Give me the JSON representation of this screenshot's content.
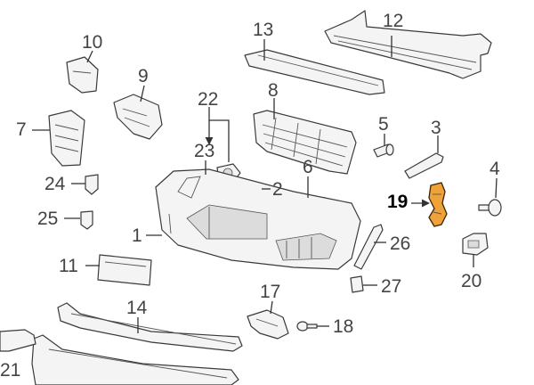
{
  "callouts": [
    "1",
    "2",
    "3",
    "4",
    "5",
    "6",
    "7",
    "8",
    "9",
    "10",
    "11",
    "12",
    "13",
    "14",
    "17",
    "18",
    "19",
    "20",
    "21",
    "22",
    "23",
    "24",
    "25",
    "26",
    "27"
  ],
  "highlight": {
    "part": "19",
    "color": "#f0a23a"
  }
}
